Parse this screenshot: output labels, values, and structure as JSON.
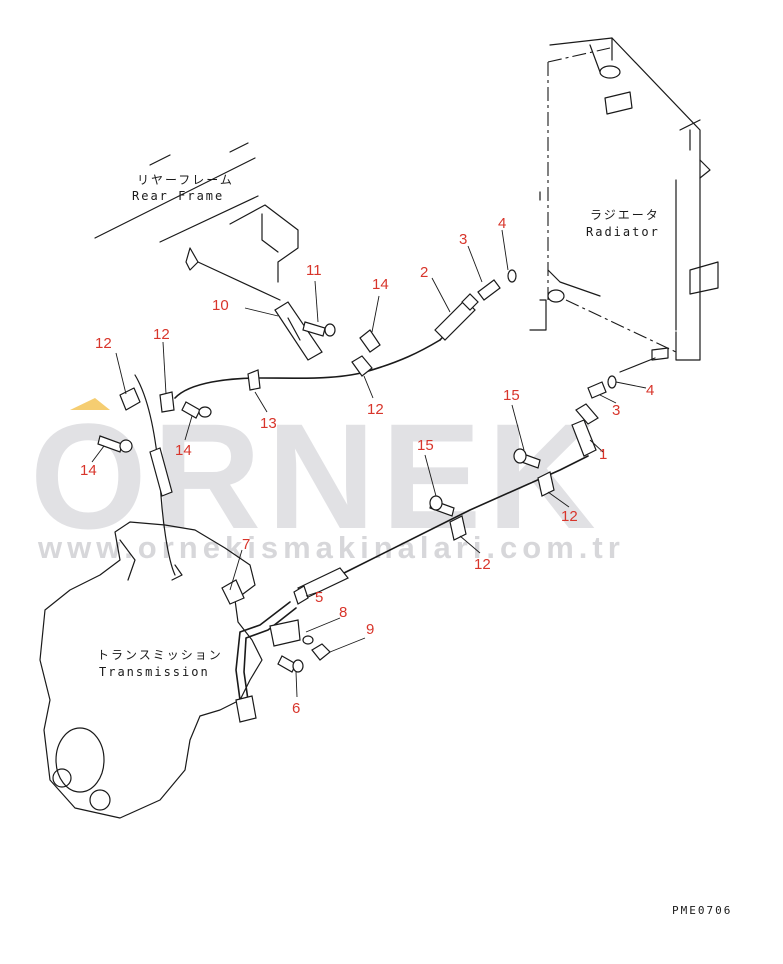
{
  "labels": {
    "rear_frame_jp": "リヤーフレーム",
    "rear_frame_en": "Rear Frame",
    "radiator_jp": "ラジエータ",
    "radiator_en": "Radiator",
    "transmission_jp": "トランスミッション",
    "transmission_en": "Transmission"
  },
  "watermark": {
    "brand": "ORNEK",
    "url": "www.ornekismakinalari.com.tr"
  },
  "drawing_code": "PME0706",
  "callouts": {
    "c1": "1",
    "c2": "2",
    "c3a": "3",
    "c3b": "3",
    "c4a": "4",
    "c4b": "4",
    "c5": "5",
    "c6": "6",
    "c7": "7",
    "c8": "8",
    "c9": "9",
    "c10": "10",
    "c11": "11",
    "c12a": "12",
    "c12b": "12",
    "c12c": "12",
    "c12d": "12",
    "c12e": "12",
    "c13": "13",
    "c14a": "14",
    "c14b": "14",
    "c14c": "14",
    "c15a": "15",
    "c15b": "15"
  },
  "colors": {
    "callout": "#d8352b",
    "line": "#1a1a1a",
    "watermark": "#c9c9cd",
    "accent_mark": "#f2c14e"
  }
}
